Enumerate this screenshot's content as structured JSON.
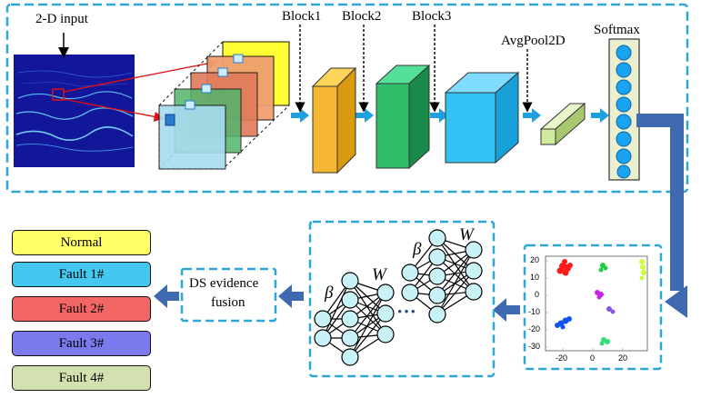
{
  "top": {
    "input_label": "2-D input",
    "block1": "Block1",
    "block2": "Block2",
    "block3": "Block3",
    "avgpool": "AvgPool2D",
    "softmax": "Softmax"
  },
  "middle": {
    "ds_line1": "DS evidence",
    "ds_line2": "fusion",
    "beta": "β",
    "w": "W",
    "dots": "···"
  },
  "scatter": {
    "y_ticks": [
      "20",
      "10",
      "0",
      "-10",
      "-20",
      "-30"
    ],
    "x_ticks": [
      "-20",
      "0",
      "20"
    ],
    "cluster_colors": [
      "#ff1a1a",
      "#22cc44",
      "#ccff33",
      "#cc22ee",
      "#8855dd",
      "#1155ee",
      "#33dd77"
    ]
  },
  "outputs": [
    {
      "label": "Normal",
      "color": "#ffff66"
    },
    {
      "label": "Fault 1#",
      "color": "#44c8f0"
    },
    {
      "label": "Fault 2#",
      "color": "#f26666"
    },
    {
      "label": "Fault 3#",
      "color": "#7a7aee"
    },
    {
      "label": "Fault 4#",
      "color": "#d3e0b0"
    }
  ],
  "colors": {
    "dash_border": "#2aa7d6",
    "arrow_small": "#1e9fdf",
    "arrow_big": "#3f6ab0"
  }
}
